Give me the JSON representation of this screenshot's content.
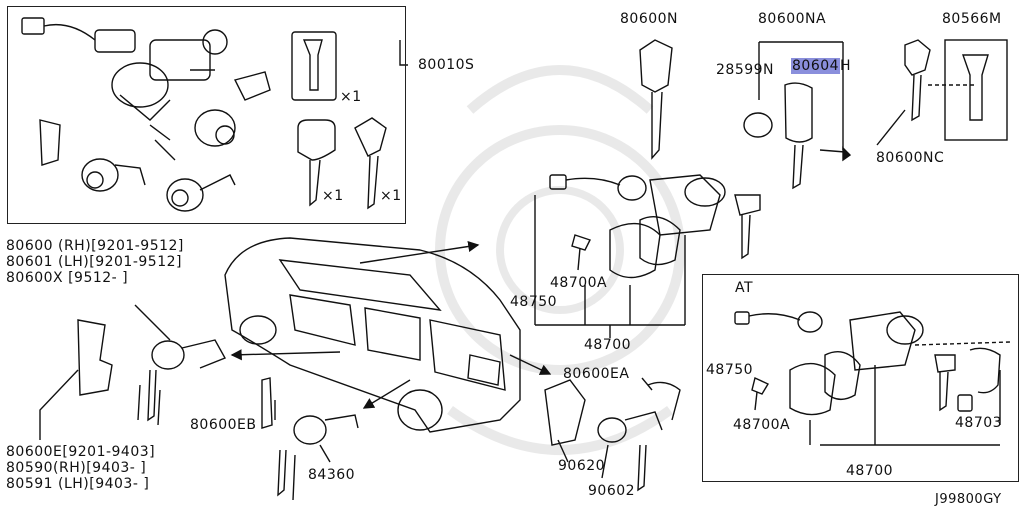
{
  "diagram": {
    "code": "J99800GY",
    "section_label": "AT",
    "parts": {
      "p80010S": "80010S",
      "p80600N": "80600N",
      "p80600NA": "80600NA",
      "p80566M": "80566M",
      "p28599N": "28599N",
      "p80604H_hl": "80604",
      "p80604H_suffix": "H",
      "p80600NC": "80600NC",
      "p80600_rh": "80600 (RH)[9201-9512]",
      "p80601_lh": "80601 (LH)[9201-9512]",
      "p80600X": "80600X [9512-      ]",
      "p48700A": "48700A",
      "p48750": "48750",
      "p48700": "48700",
      "p48750_at": "48750",
      "p48700A_at": "48700A",
      "p48703": "48703",
      "p48700_at": "48700",
      "p80600EA": "80600EA",
      "p80600EB": "80600EB",
      "p84360": "84360",
      "p90620": "90620",
      "p90602": "90602",
      "p80600E": "80600E[9201-9403]",
      "p80590": "80590(RH)[9403-  ]",
      "p80591": "80591 (LH)[9403-  ]"
    },
    "quantities": {
      "q_card": "×1",
      "q_key1": "×1",
      "q_key2": "×1"
    }
  }
}
